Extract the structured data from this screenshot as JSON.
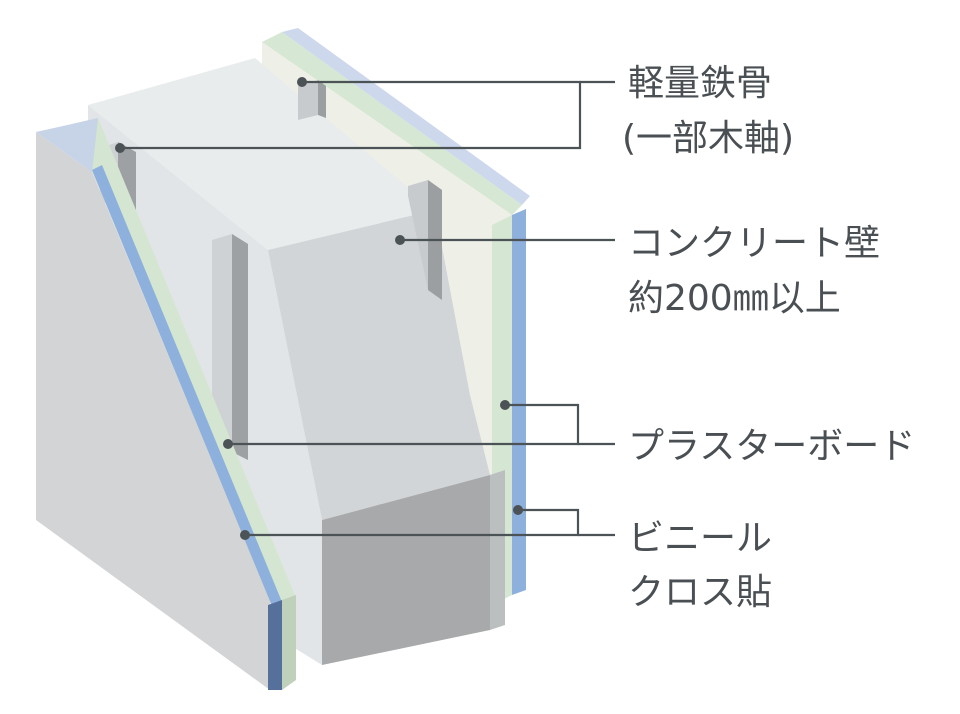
{
  "labels": {
    "steel_line1": "軽量鉄骨",
    "steel_line2": "(一部木軸)",
    "concrete_line1": "コンクリート壁",
    "concrete_line2": "約200㎜以上",
    "plaster": "プラスターボード",
    "vinyl_line1": "ビニール",
    "vinyl_line2": "クロス貼"
  },
  "colors": {
    "concrete_top": "#e9eced",
    "concrete_front": "#d3d6d8",
    "concrete_cut": "#a7a9aa",
    "board_green": "#d5e6d2",
    "vinyl_blue": "#8eb0dc",
    "leader_line": "#4c5356",
    "text": "#4a4f53"
  }
}
